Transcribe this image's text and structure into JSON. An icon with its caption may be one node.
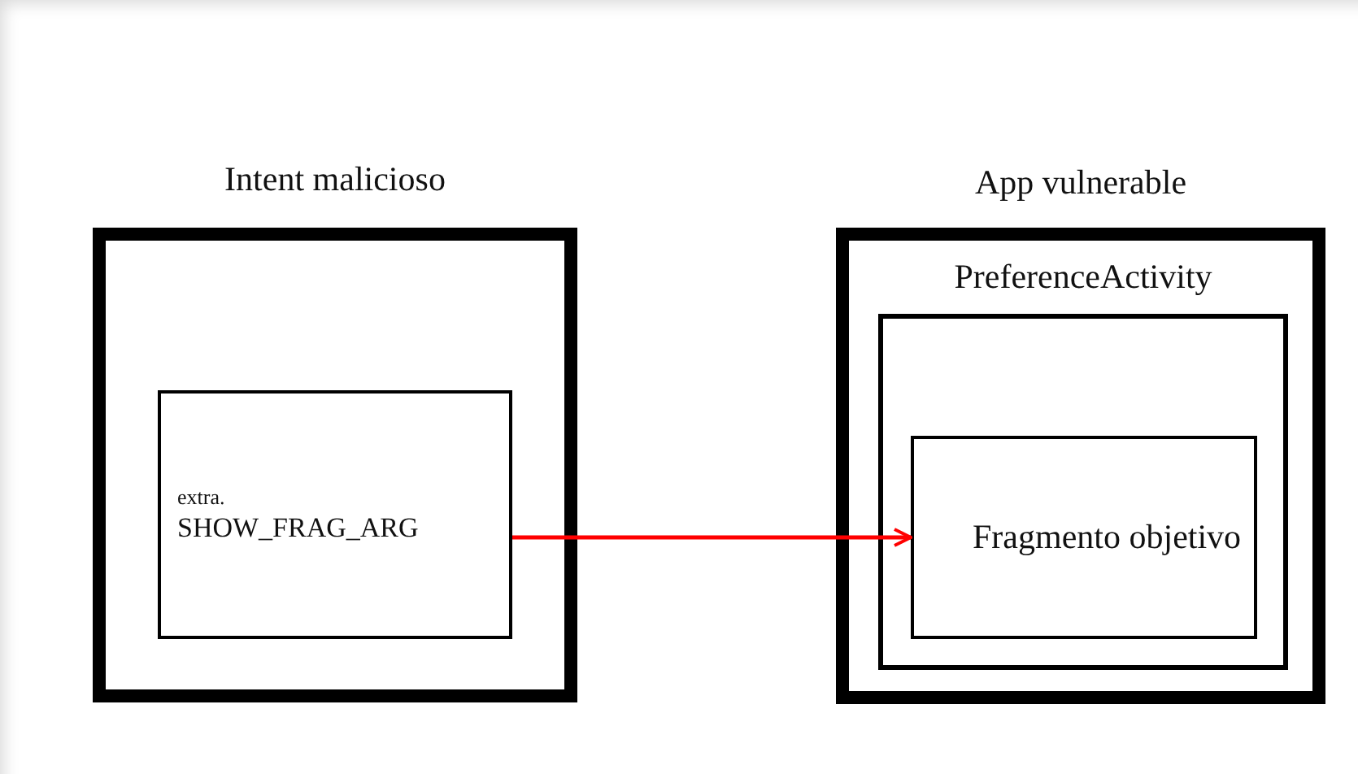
{
  "diagram": {
    "nodes": [
      {
        "text": [
          "Intent malicioso"
        ]
      },
      {
        "text": [
          "extra.",
          "SHOW_FRAG_ARG"
        ],
        "in": 0
      },
      {
        "text": [
          "App vulnerable"
        ]
      },
      {
        "text": [
          "PreferenceActivity"
        ],
        "in": 2
      },
      {
        "text": [
          "Fragmento objetivo"
        ],
        "in": 3
      }
    ],
    "edges": [
      {
        "from": 1,
        "to": 4,
        "arrow": "to",
        "color": "#ff0000"
      }
    ]
  }
}
